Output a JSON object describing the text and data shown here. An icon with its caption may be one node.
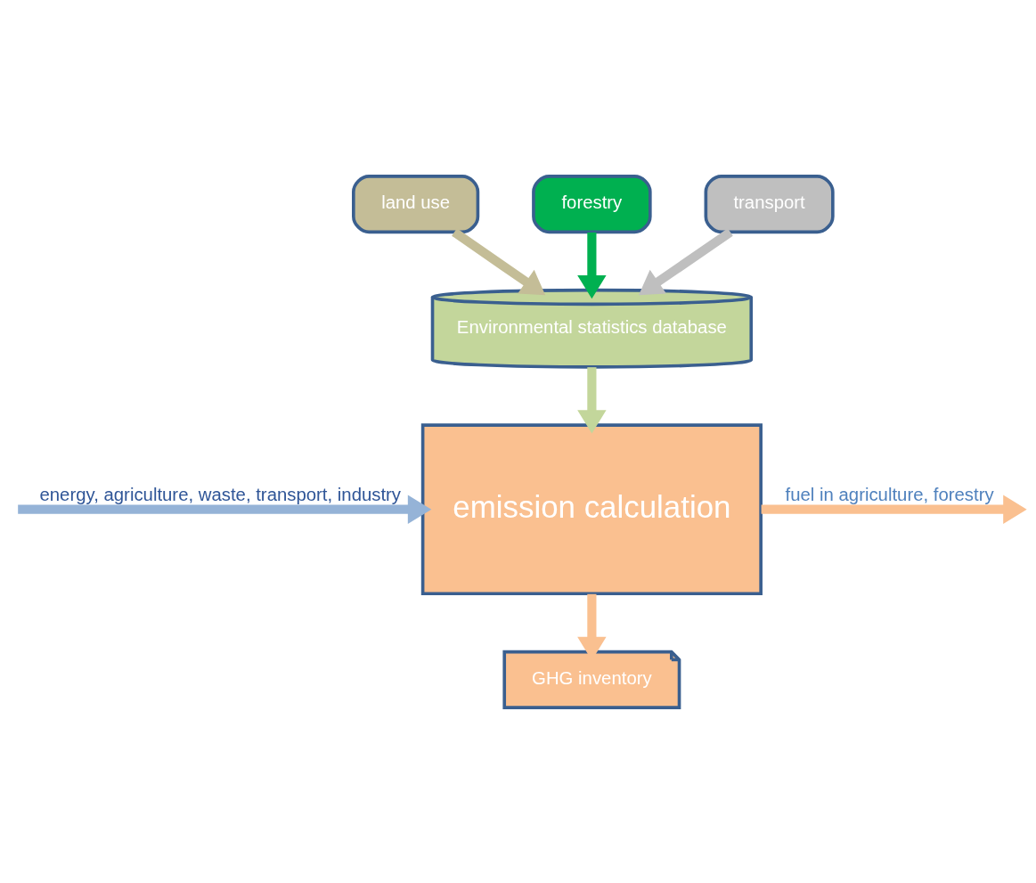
{
  "diagram": {
    "nodes": [
      {
        "text": [
          "land use"
        ]
      },
      {
        "text": [
          "forestry"
        ]
      },
      {
        "text": [
          "transport"
        ]
      },
      {
        "text": [
          "Environmental statistics database"
        ]
      },
      {
        "text": [
          "emission calculation"
        ]
      },
      {
        "text": [
          "GHG inventory"
        ]
      }
    ],
    "edges": [
      {
        "from": 0,
        "to": 3,
        "arrow": "to",
        "color": "#c4bd97"
      },
      {
        "from": 1,
        "to": 3,
        "arrow": "to",
        "color": "#00b050"
      },
      {
        "from": 2,
        "to": 3,
        "arrow": "to",
        "color": "#bfbfbf"
      },
      {
        "from": 3,
        "to": 4,
        "arrow": "to",
        "color": "#c3d69b"
      },
      {
        "from": null,
        "to": 4,
        "arrow": "to",
        "label": "energy, agriculture, waste, transport, industry",
        "color": "#95b3d7"
      },
      {
        "from": 4,
        "to": null,
        "arrow": "to",
        "label": "fuel in agriculture, forestry",
        "color": "#fac090"
      },
      {
        "from": 4,
        "to": 5,
        "arrow": "to",
        "color": "#fac090"
      }
    ]
  }
}
